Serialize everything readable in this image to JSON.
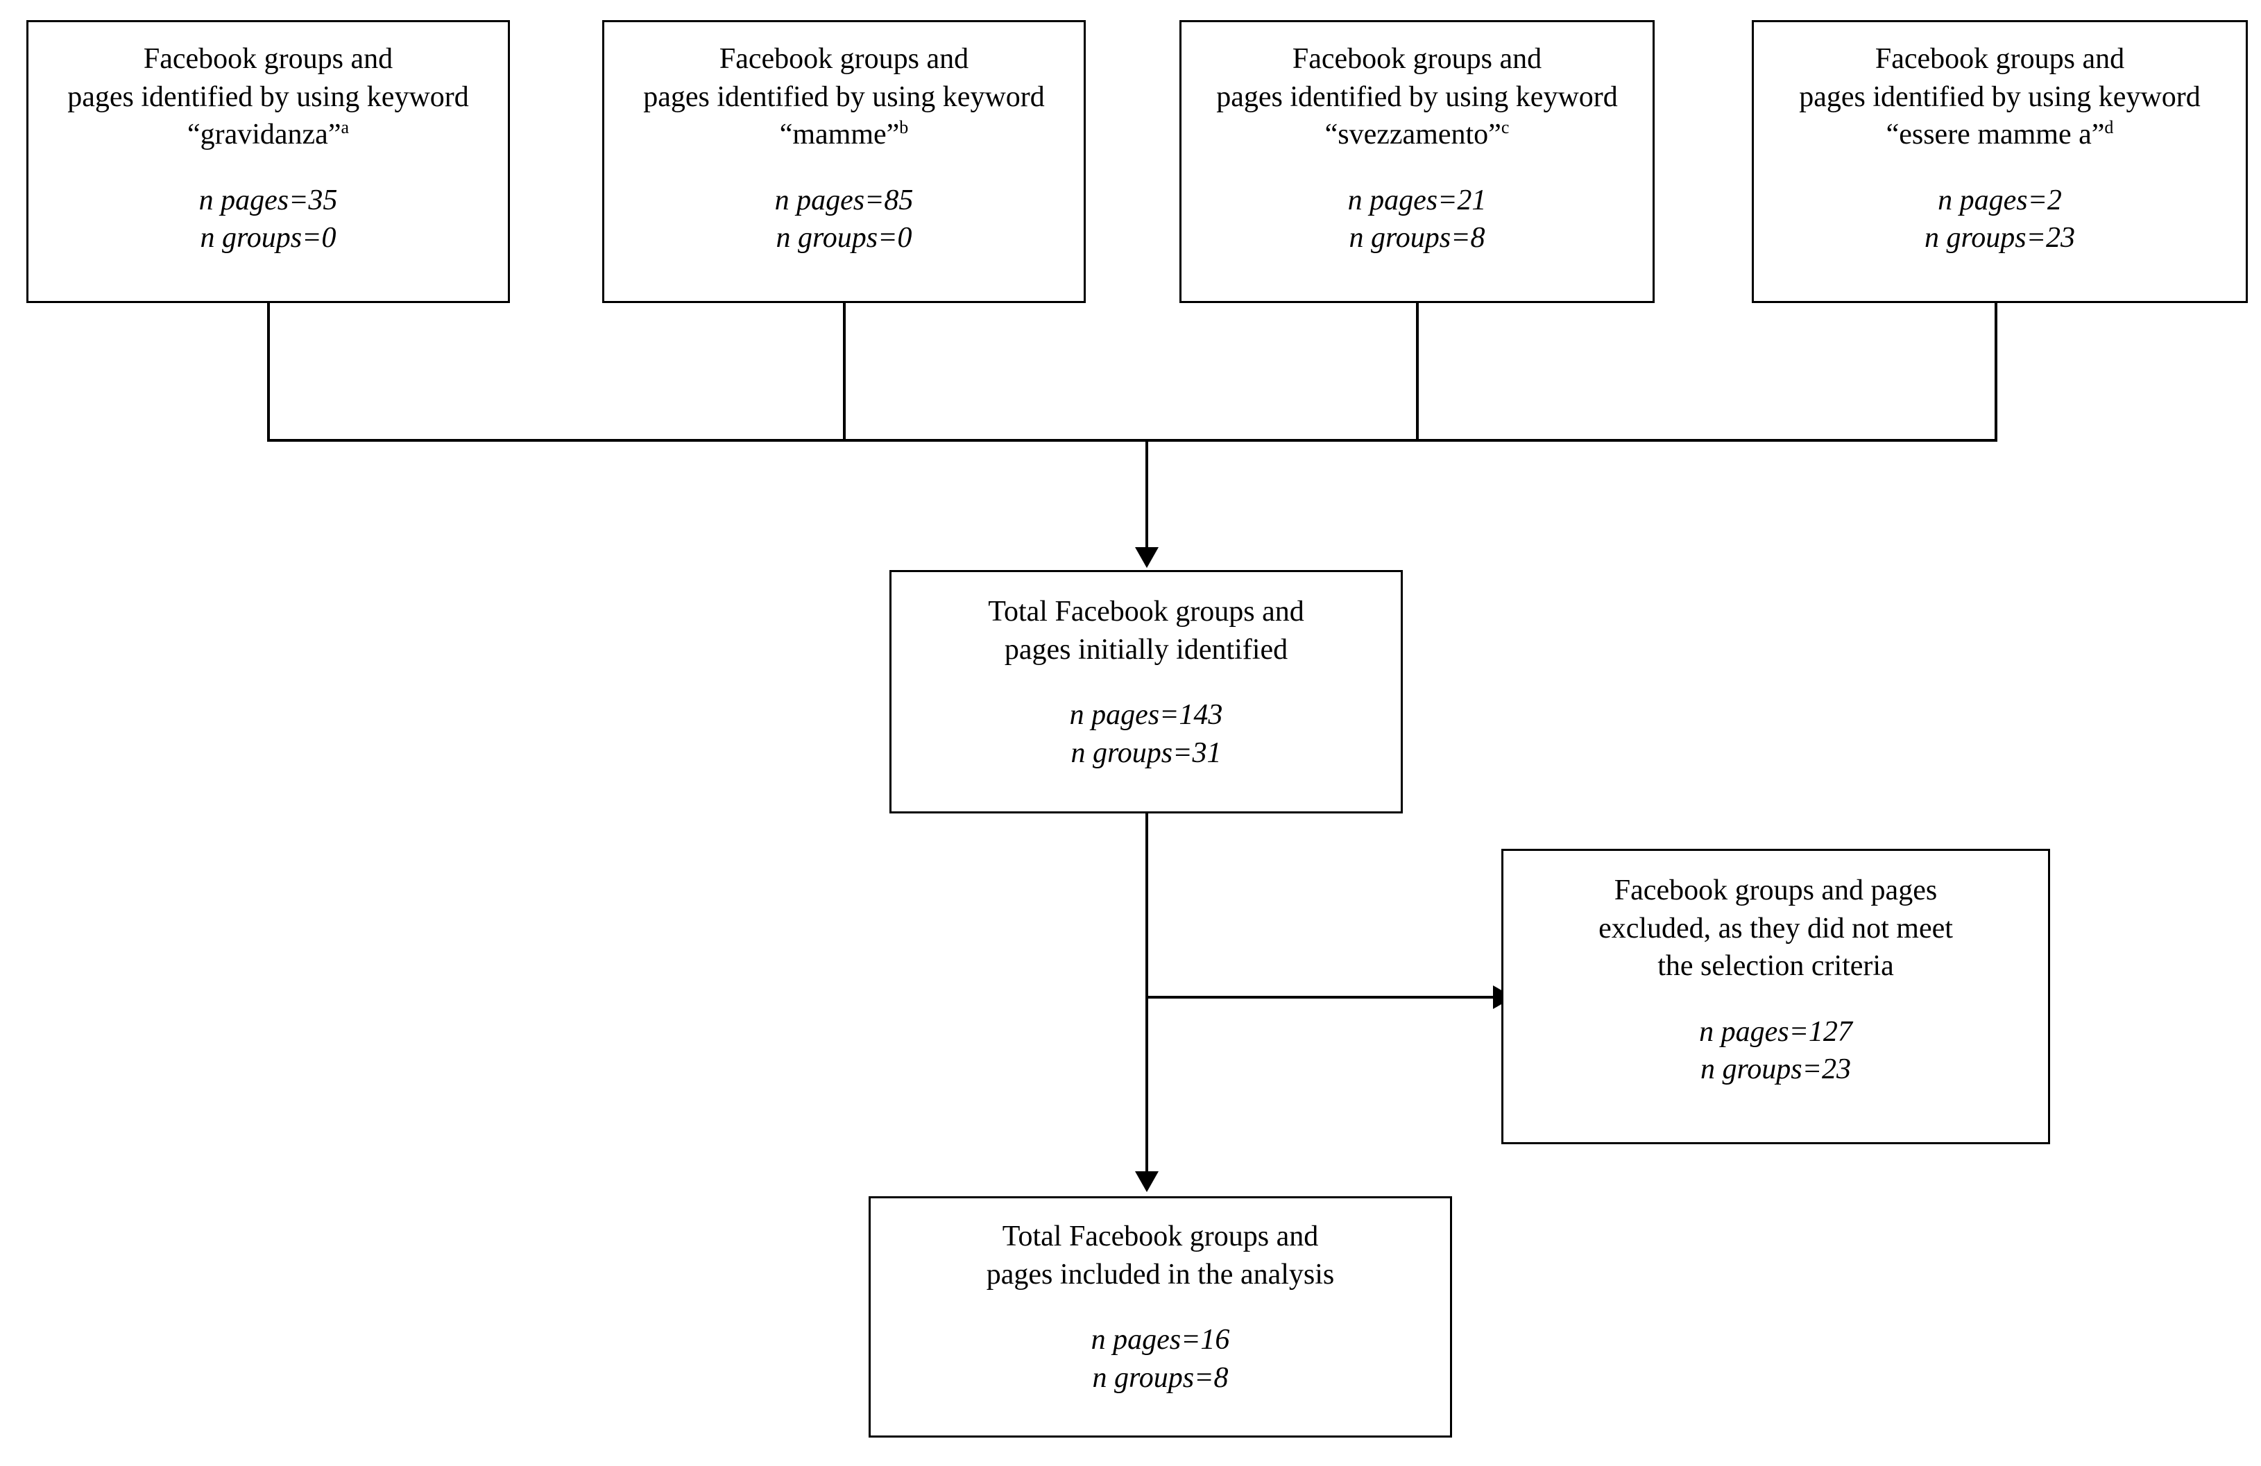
{
  "diagram": {
    "type": "flowchart",
    "nodes": {
      "keyword_1": {
        "title": "Facebook groups and\npages identified by using keyword\n“gravidanza”",
        "superscript": "a",
        "pages": "n pages=35",
        "groups": "n groups=0"
      },
      "keyword_2": {
        "title": "Facebook groups and\npages identified by using keyword\n“mamme”",
        "superscript": "b",
        "pages": "n pages=85",
        "groups": "n groups=0"
      },
      "keyword_3": {
        "title": "Facebook groups and\npages identified by using keyword\n“svezzamento”",
        "superscript": "c",
        "pages": "n pages=21",
        "groups": "n groups=8"
      },
      "keyword_4": {
        "title": "Facebook groups and\npages identified by using keyword\n“essere mamme a”",
        "superscript": "d",
        "pages": "n pages=2",
        "groups": "n groups=23"
      },
      "initial": {
        "title": "Total Facebook groups and\npages initially identified",
        "pages": "n pages=143",
        "groups": "n groups=31"
      },
      "excluded": {
        "title": "Facebook groups and pages\nexcluded, as they did not meet\nthe selection criteria",
        "pages": "n pages=127",
        "groups": "n groups=23"
      },
      "included": {
        "title": "Total Facebook groups and\npages included in the analysis",
        "pages": "n pages=16",
        "groups": "n groups=8"
      }
    },
    "colors": {
      "stroke": "#000000",
      "background": "#ffffff"
    }
  }
}
